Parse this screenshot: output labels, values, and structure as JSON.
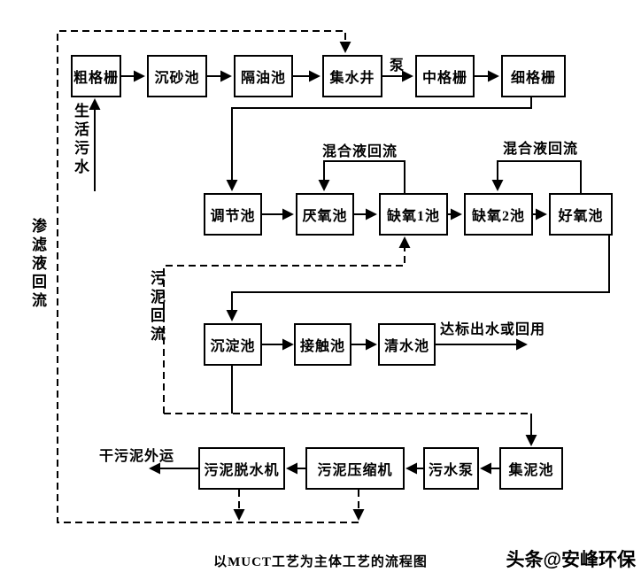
{
  "caption": "以MUCT工艺为主体工艺的流程图",
  "watermark": "头条@安峰环保",
  "colors": {
    "line": "#000000",
    "background": "#ffffff",
    "text": "#000000"
  },
  "nodes": {
    "coarse_screen": "粗格栅",
    "grit_chamber": "沉砂池",
    "oil_separation_tank": "隔油池",
    "collection_well": "集水井",
    "medium_screen": "中格栅",
    "fine_screen": "细格栅",
    "regulating_tank": "调节池",
    "anaerobic_tank": "厌氧池",
    "anoxic_tank_1": "缺氧1池",
    "anoxic_tank_2": "缺氧2池",
    "aerobic_tank": "好氧池",
    "sedimentation_tank": "沉淀池",
    "contact_tank": "接触池",
    "clear_water_tank": "清水池",
    "sludge_dewatering_machine": "污泥脱水机",
    "sludge_compressor": "污泥压缩机",
    "sewage_pump": "污水泵",
    "sludge_collection_tank": "集泥池"
  },
  "flow_labels": {
    "pump": "泵",
    "mixed_liquor_return_left": "混合液回流",
    "mixed_liquor_return_right": "混合液回流",
    "effluent_out": "达标出水或回用",
    "dry_sludge_out": "干污泥外运"
  },
  "side_labels": {
    "domestic_sewage": "生活污水",
    "leachate_return": "渗滤液回流",
    "sludge_return": "污泥回流"
  }
}
